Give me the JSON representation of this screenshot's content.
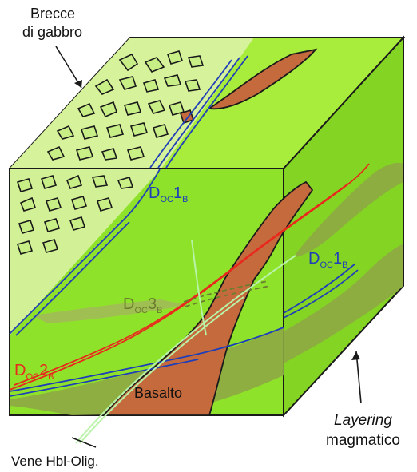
{
  "labels": {
    "brecce_line1": "Brecce",
    "brecce_line2": "di gabbro",
    "doc1_front": {
      "main": "D",
      "sub1": "OC",
      "num": "1",
      "sub2": "B"
    },
    "doc1_side": {
      "main": "D",
      "sub1": "OC",
      "num": "1",
      "sub2": "B"
    },
    "doc3": {
      "main": "D",
      "sub1": "OC",
      "num": "3",
      "sub2": "B"
    },
    "doc2": {
      "main": "D",
      "sub1": "OC",
      "num": "2",
      "sub2": "B"
    },
    "basalto": "Basalto",
    "layering_line1": "Layering",
    "layering_line2": "magmatico",
    "vene": "Vene Hbl-Olig."
  },
  "colors": {
    "green_front": "#8fe22a",
    "green_side": "#84d424",
    "green_top": "#a8ec3c",
    "breccia_top": "#d6f29a",
    "breccia_front": "#d2f095",
    "olive_band": "#8ea844",
    "basalt": "#c46a3c",
    "outline": "#1a1a1a",
    "blue": "#1f3fb8",
    "red": "#e8291c",
    "pale_green_vein": "#b9f3a8",
    "label_blue": "#1f3fb8",
    "label_red": "#e8291c",
    "label_olive": "#6b7d2e"
  }
}
